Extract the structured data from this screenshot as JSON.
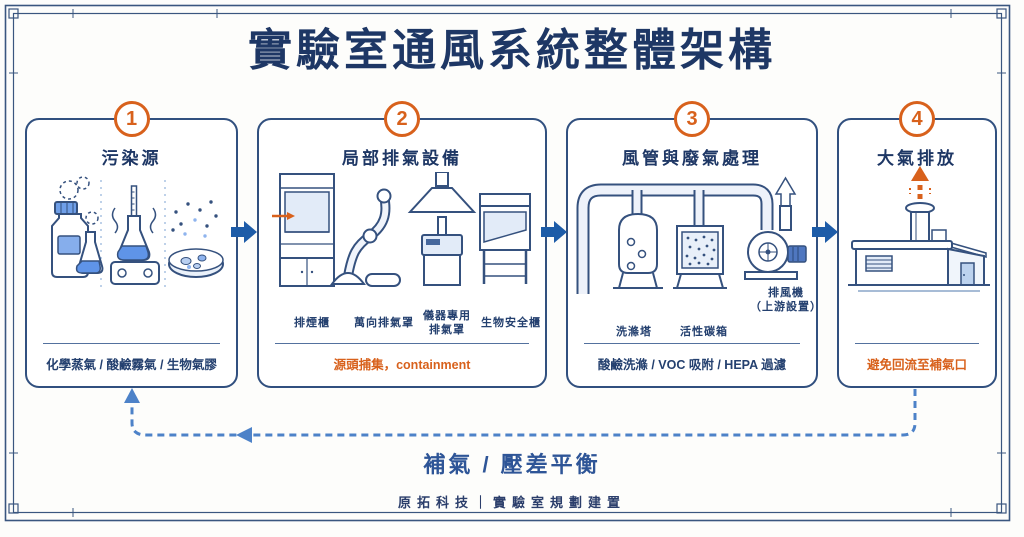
{
  "title": "實驗室通風系統整體架構",
  "steps": [
    {
      "number": "1",
      "title": "污染源",
      "caption": "化學蒸氣 / 酸鹼霧氣 / 生物氣膠",
      "icons": [
        "reagent-bottle-flask-icon",
        "hotplate-flask-icon",
        "petri-dish-icon"
      ]
    },
    {
      "number": "2",
      "title": "局部排氣設備",
      "caption": "源頭捕集，containment",
      "labels": [
        [
          "排煙櫃"
        ],
        [
          "萬向排氣罩"
        ],
        [
          "儀器專用",
          "排氣罩"
        ],
        [
          "生物安全櫃"
        ]
      ],
      "icons": [
        "fume-hood-icon",
        "articulated-arm-hood-icon",
        "canopy-hood-icon",
        "biosafety-cabinet-icon"
      ]
    },
    {
      "number": "3",
      "title": "風管與廢氣處理",
      "caption": "酸鹼洗滌 / VOC 吸附 / HEPA 過濾",
      "labels": [
        [
          "洗滌塔"
        ],
        [
          "活性碳箱"
        ]
      ],
      "fan_label": [
        "排風機",
        "（上游設置）"
      ],
      "icons": [
        "duct-run-icon",
        "scrubber-tower-icon",
        "activated-carbon-box-icon",
        "exhaust-fan-icon"
      ]
    },
    {
      "number": "4",
      "title": "大氣排放",
      "caption": "避免回流至補氣口",
      "icons": [
        "building-exhaust-stack-icon",
        "up-arrow-icon"
      ]
    }
  ],
  "feedback_label": "補氣 / 壓差平衡",
  "footer": "原拓科技｜實驗室規劃建置",
  "colors": {
    "navy_text": "#1e3765",
    "line_navy": "#35517e",
    "orange_accent": "#d8611c",
    "flow_arrow_blue": "#1d5ca8",
    "dashed_return_blue": "#4d82c8",
    "liquid_blue": "#5f94e8",
    "panel_light_blue": "#e2ebf8"
  }
}
